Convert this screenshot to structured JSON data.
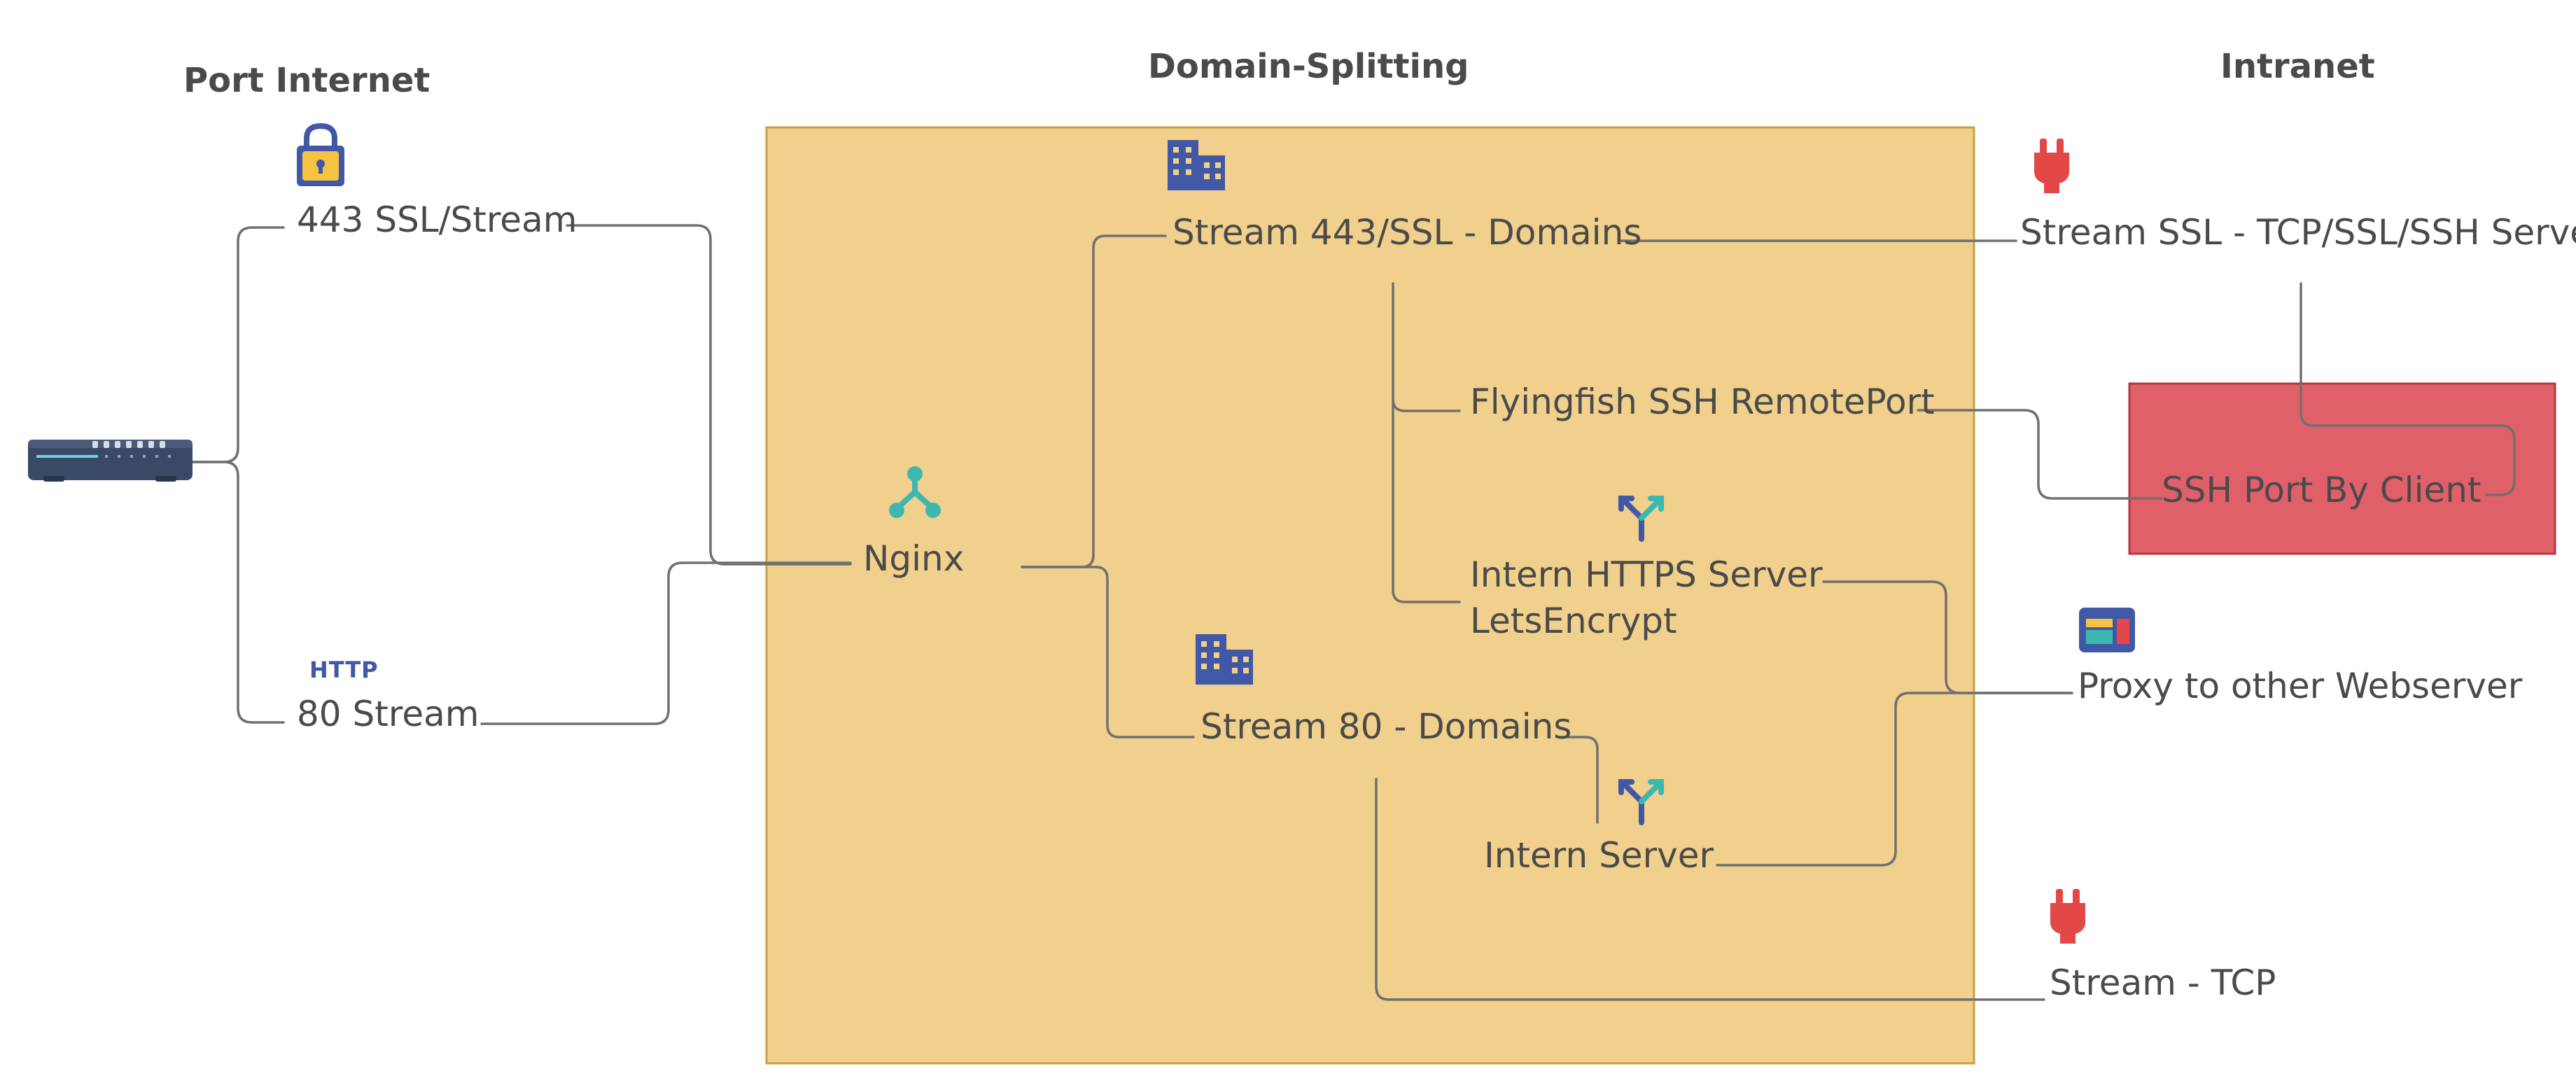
{
  "zones": {
    "port_internet": "Port Internet",
    "domain_splitting": "Domain-Splitting",
    "intranet": "Intranet"
  },
  "nodes": {
    "ssl_stream": "443 SSL/Stream",
    "stream_80": "80 Stream",
    "http_tag": "HTTP",
    "nginx": "Nginx",
    "stream_443_domains": "Stream 443/SSL - Domains",
    "flyingfish_ssh": "Flyingfish SSH RemotePort",
    "intern_https": "Intern HTTPS Server\nLetsEncrypt",
    "stream_80_domains": "Stream 80 - Domains",
    "intern_server": "Intern Server",
    "stream_ssl_tcp": "Stream SSL - TCP/SSL/SSH Server",
    "ssh_port_client": "SSH Port By Client",
    "proxy_webserver": "Proxy to other Webserver",
    "stream_tcp": "Stream - TCP"
  },
  "icons": {
    "router": "router-icon",
    "lock": "lock-icon",
    "nginx": "network-branch-icon",
    "building": "building-icon",
    "split": "split-arrows-icon",
    "plug": "power-plug-icon",
    "browser": "browser-window-icon"
  },
  "colors": {
    "domain_zone_fill": "#f0d08c",
    "domain_zone_border": "#c8a040",
    "ssh_box_fill": "#e0606a",
    "ssh_box_border": "#b8343f",
    "connector": "#707070",
    "text": "#4a4a4a",
    "icon_blue": "#4158a6",
    "icon_teal": "#3cb8b0",
    "icon_red": "#e24848",
    "icon_yellow": "#f5c242"
  }
}
